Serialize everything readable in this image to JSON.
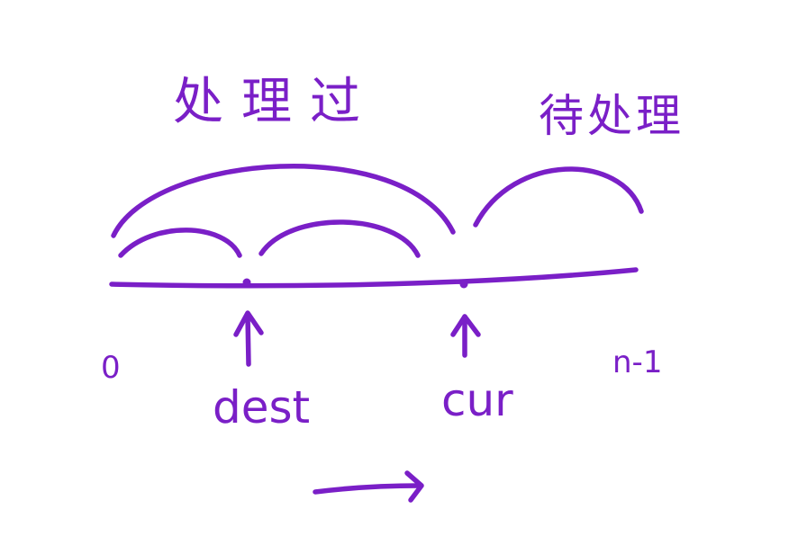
{
  "labels": {
    "processed": "处理过",
    "pending": "待处理",
    "start_index": "0",
    "end_index": "n-1",
    "dest": "dest",
    "cur": "cur"
  },
  "colors": {
    "ink": "#7a1fc7",
    "background": "#ffffff"
  }
}
